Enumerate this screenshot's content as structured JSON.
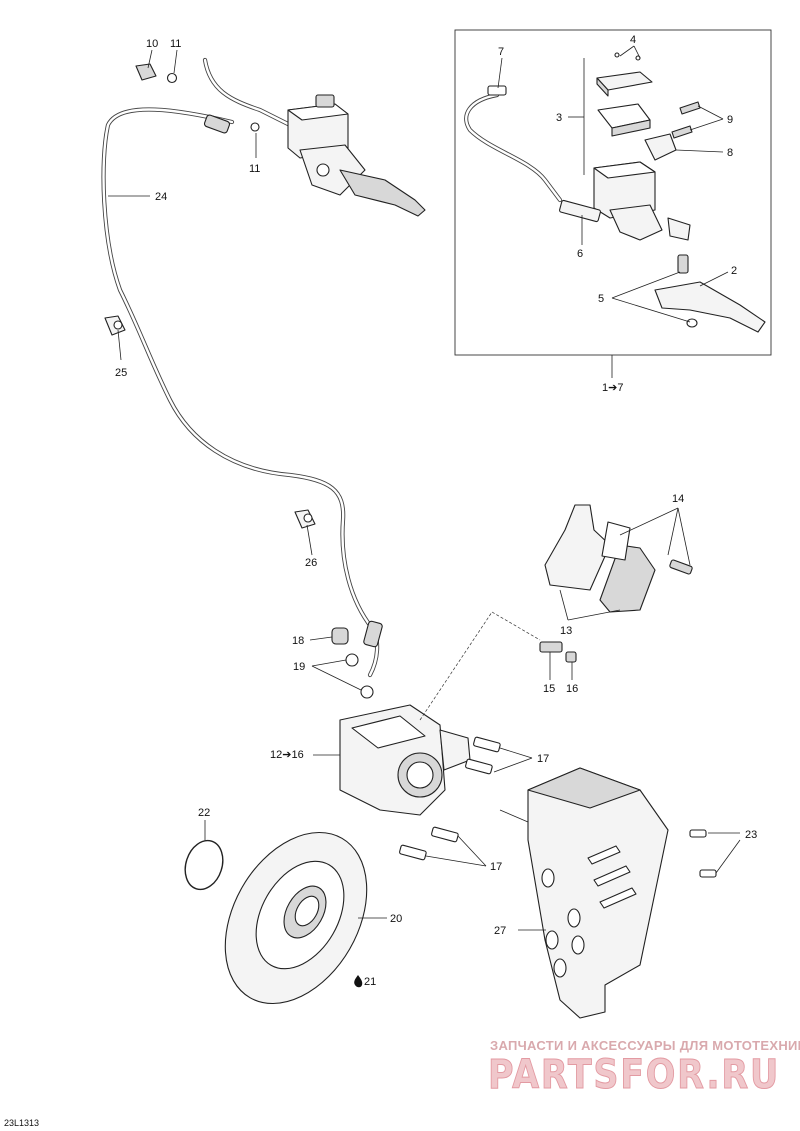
{
  "callouts": {
    "c10": "10",
    "c11a": "11",
    "c11b": "11",
    "c24": "24",
    "c25": "25",
    "c26": "26",
    "c7": "7",
    "c4": "4",
    "c3": "3",
    "c9": "9",
    "c8": "8",
    "c6": "6",
    "c2": "2",
    "c5": "5",
    "c1to7": "1➔7",
    "c14": "14",
    "c13": "13",
    "c18": "18",
    "c19": "19",
    "c15": "15",
    "c16": "16",
    "c12to16": "12➔16",
    "c17a": "17",
    "c17b": "17",
    "c22": "22",
    "c20": "20",
    "c21": "21",
    "c23": "23",
    "c27": "27"
  },
  "drawing_code": "23L1313",
  "watermark": {
    "tagline": "ЗАПЧАСТИ И АКСЕССУАРЫ ДЛЯ МОТОТЕХНИКИ",
    "brand": "PARTSFOR.RU"
  },
  "symbols": {
    "lubricant_icon": "oil-drop-icon",
    "arrow_icon": "right-arrow-icon"
  }
}
